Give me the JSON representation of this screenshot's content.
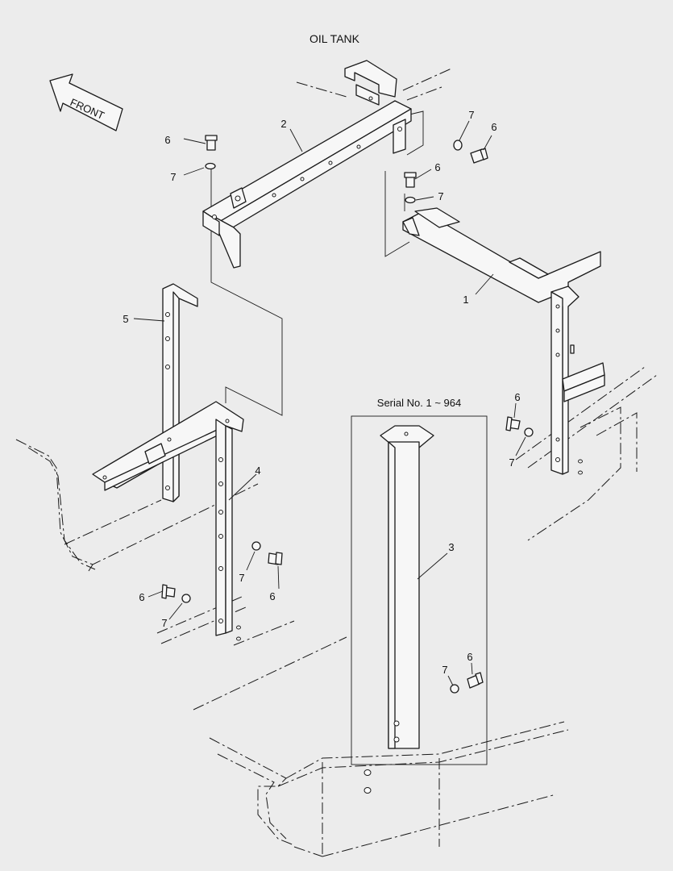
{
  "title": "OIL TANK",
  "front_label": "FRONT",
  "serial_box_label": "Serial No. 1 ~ 964",
  "callouts": {
    "c1": "1",
    "c2": "2",
    "c3": "3",
    "c4": "4",
    "c5": "5",
    "bolt_a": "6",
    "washer_a": "7",
    "bolt_b": "6",
    "washer_b": "7",
    "bolt_c": "6",
    "washer_c": "7",
    "bolt_d": "6",
    "washer_d": "7",
    "bolt_e": "6",
    "washer_e": "7",
    "bolt_f": "6",
    "washer_f": "7",
    "bolt_g": "6",
    "washer_g": "7"
  },
  "colors": {
    "background": "#ececec",
    "line": "#1a1a1a"
  }
}
